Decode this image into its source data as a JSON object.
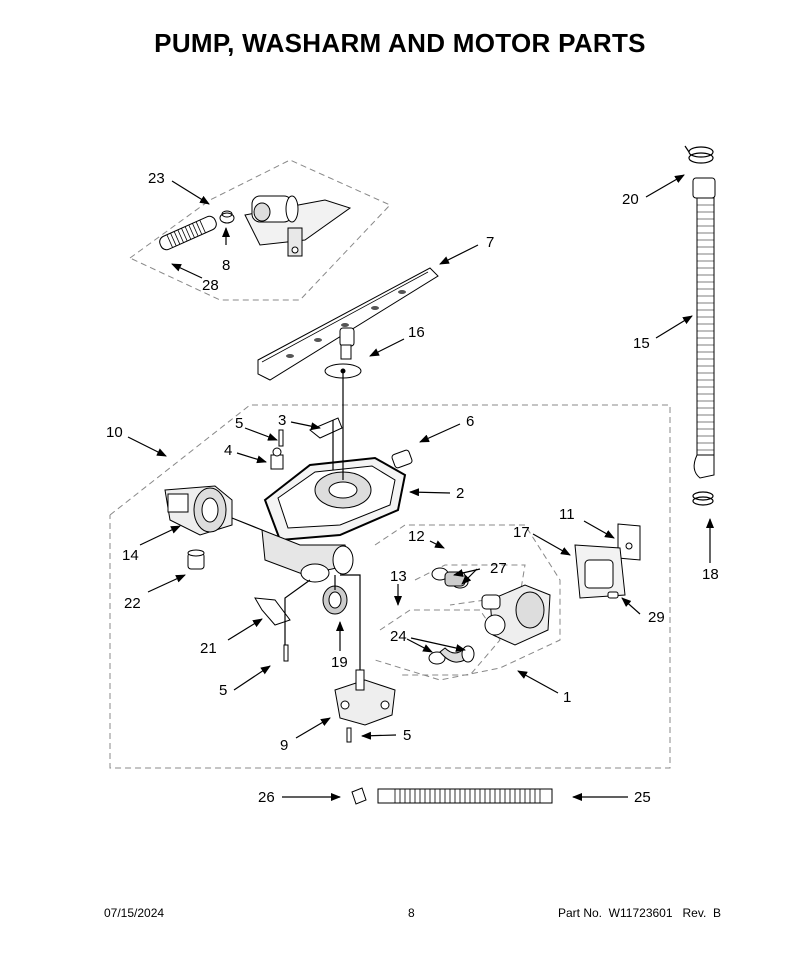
{
  "title": "PUMP, WASHARM AND MOTOR PARTS",
  "callouts": {
    "c1": "1",
    "c2": "2",
    "c3": "3",
    "c4": "4",
    "c5a": "5",
    "c5b": "5",
    "c5c": "5",
    "c6": "6",
    "c7": "7",
    "c8": "8",
    "c9": "9",
    "c10": "10",
    "c11": "11",
    "c12": "12",
    "c13": "13",
    "c14": "14",
    "c15": "15",
    "c16": "16",
    "c17": "17",
    "c18": "18",
    "c19": "19",
    "c20": "20",
    "c21": "21",
    "c22": "22",
    "c23": "23",
    "c24": "24",
    "c25": "25",
    "c26": "26",
    "c27": "27",
    "c28": "28",
    "c29": "29"
  },
  "footer": {
    "date": "07/15/2024",
    "page": "8",
    "part": "Part No.  W11723601   Rev.  B"
  }
}
